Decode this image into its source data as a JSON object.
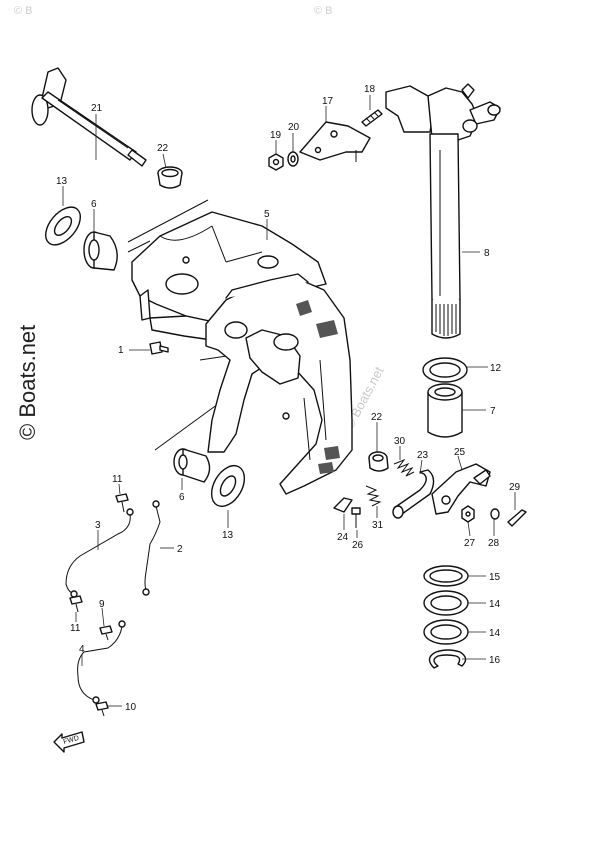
{
  "watermark": {
    "side": "© Boats.net",
    "diagonal": "© Boats.net",
    "top_left": "© B",
    "top_right": "© B"
  },
  "arrow": {
    "label": "FWD"
  },
  "callouts": {
    "c1": "1",
    "c2": "2",
    "c3": "3",
    "c4": "4",
    "c5": "5",
    "c6a": "6",
    "c6b": "6",
    "c7": "7",
    "c8": "8",
    "c9": "9",
    "c10": "10",
    "c11a": "11",
    "c11b": "11",
    "c12": "12",
    "c13a": "13",
    "c13b": "13",
    "c14a": "14",
    "c14b": "14",
    "c15": "15",
    "c16": "16",
    "c17": "17",
    "c18": "18",
    "c19": "19",
    "c20": "20",
    "c21": "21",
    "c22a": "22",
    "c22b": "22",
    "c23": "23",
    "c24": "24",
    "c25": "25",
    "c26": "26",
    "c27": "27",
    "c28": "28",
    "c29": "29",
    "c30": "30",
    "c31": "31"
  }
}
